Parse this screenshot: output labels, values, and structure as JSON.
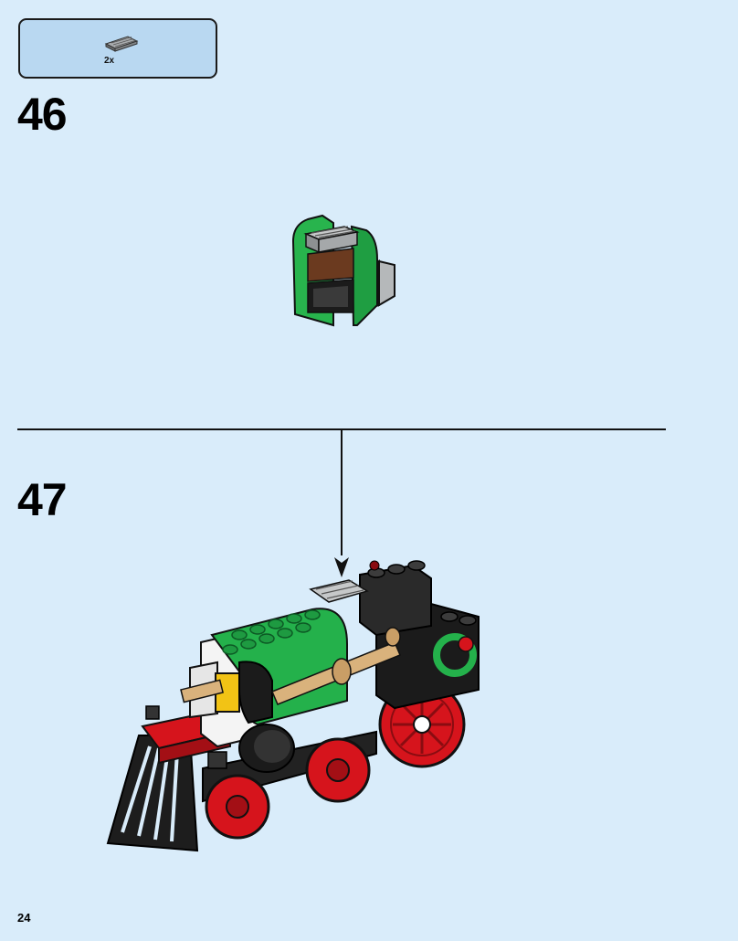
{
  "parts_callout": {
    "items": [
      {
        "icon": "grille-tile-icon",
        "quantity": "2x",
        "color": "#8a8d8f"
      }
    ]
  },
  "steps": [
    {
      "number": "46"
    },
    {
      "number": "47"
    }
  ],
  "page": {
    "number": "24"
  },
  "colors": {
    "background": "#d9ecfa",
    "parts_box": "#b9d8f1",
    "brick_green": "#24b14b",
    "brick_red": "#d6141c",
    "brick_black": "#1b1b1b",
    "brick_white": "#f4f4f4",
    "brick_tan": "#d9b27c"
  }
}
